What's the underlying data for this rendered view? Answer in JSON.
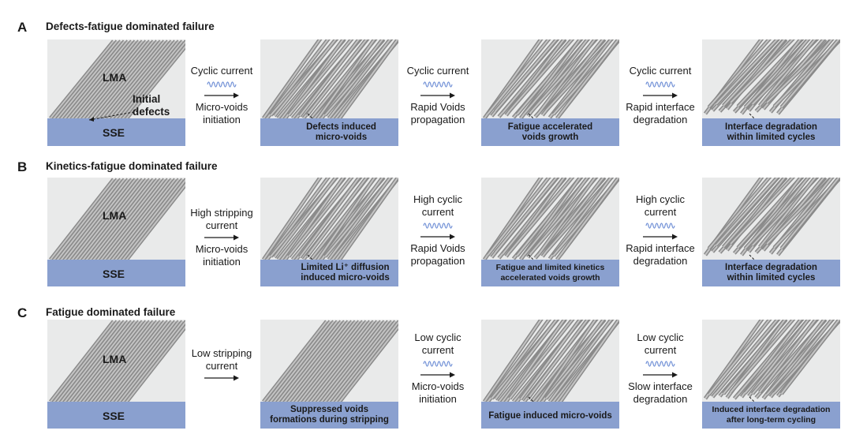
{
  "rows": [
    {
      "letter": "A",
      "title": "Defects-fatigue dominated failure",
      "panel_1": {
        "lma": "LMA",
        "sse": "SSE",
        "annotation": "Initial\ndefects"
      },
      "transition_1": {
        "above": "Cyclic current",
        "below": "Micro-voids\ninitiation",
        "wave": true
      },
      "panel_2": {
        "caption": "Defects induced\nmicro-voids"
      },
      "transition_2": {
        "above": "Cyclic current",
        "below": "Rapid Voids\npropagation",
        "wave": true
      },
      "panel_3": {
        "caption": "Fatigue accelerated\nvoids growth"
      },
      "transition_3": {
        "above": "Cyclic current",
        "below": "Rapid interface\ndegradation",
        "wave": true
      },
      "panel_4": {
        "caption": "Interface degradation\nwithin limited cycles"
      }
    },
    {
      "letter": "B",
      "title": "Kinetics-fatigue dominated failure",
      "panel_1": {
        "lma": "LMA",
        "sse": "SSE"
      },
      "transition_1": {
        "above": "High stripping\ncurrent",
        "below": "Micro-voids\ninitiation",
        "wave": false
      },
      "panel_2": {
        "caption": "Limited  Li⁺ diffusion\ninduced micro-voids"
      },
      "transition_2": {
        "above": "High cyclic\ncurrent",
        "below": "Rapid Voids\npropagation",
        "wave": true
      },
      "panel_3": {
        "caption": "Fatigue and limited kinetics\naccelerated voids growth"
      },
      "transition_3": {
        "above": "High cyclic\ncurrent",
        "below": "Rapid interface\ndegradation",
        "wave": true
      },
      "panel_4": {
        "caption": "Interface degradation\nwithin limited cycles"
      }
    },
    {
      "letter": "C",
      "title": "Fatigue dominated failure",
      "panel_1": {
        "lma": "LMA",
        "sse": "SSE"
      },
      "transition_1": {
        "above": "Low stripping\ncurrent",
        "below": "",
        "wave": false
      },
      "panel_2": {
        "caption": "Suppressed voids\nformations during stripping"
      },
      "transition_2": {
        "above": "Low cyclic\ncurrent",
        "below": "Micro-voids\ninitiation",
        "wave": true
      },
      "panel_3": {
        "caption": "Fatigue induced micro-voids"
      },
      "transition_3": {
        "above": "Low cyclic\ncurrent",
        "below": "Slow interface\ndegradation",
        "wave": true
      },
      "panel_4": {
        "caption": "Induced interface degradation\nafter long-term cycling"
      }
    }
  ],
  "colors": {
    "sse": "#8aa0cf",
    "panel_bg": "#e9eaea",
    "fiber": "#a9a9a9",
    "wave": "#6f8fd6"
  }
}
